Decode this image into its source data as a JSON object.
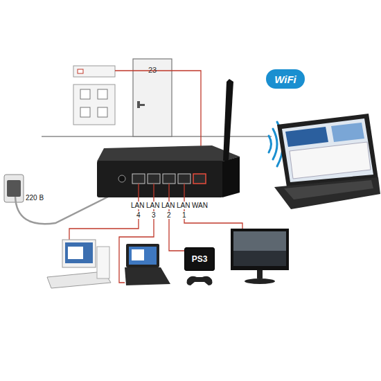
{
  "diagram": {
    "nodes": [
      {
        "text": [
          "23"
        ]
      },
      {
        "text": [
          "WiFi"
        ]
      },
      {
        "text": [
          "PS3"
        ]
      }
    ],
    "labels": [
      "220 B",
      "LAN",
      "LAN",
      "LAN",
      "LAN",
      "WAN",
      "4",
      "3",
      "2",
      "1"
    ]
  }
}
